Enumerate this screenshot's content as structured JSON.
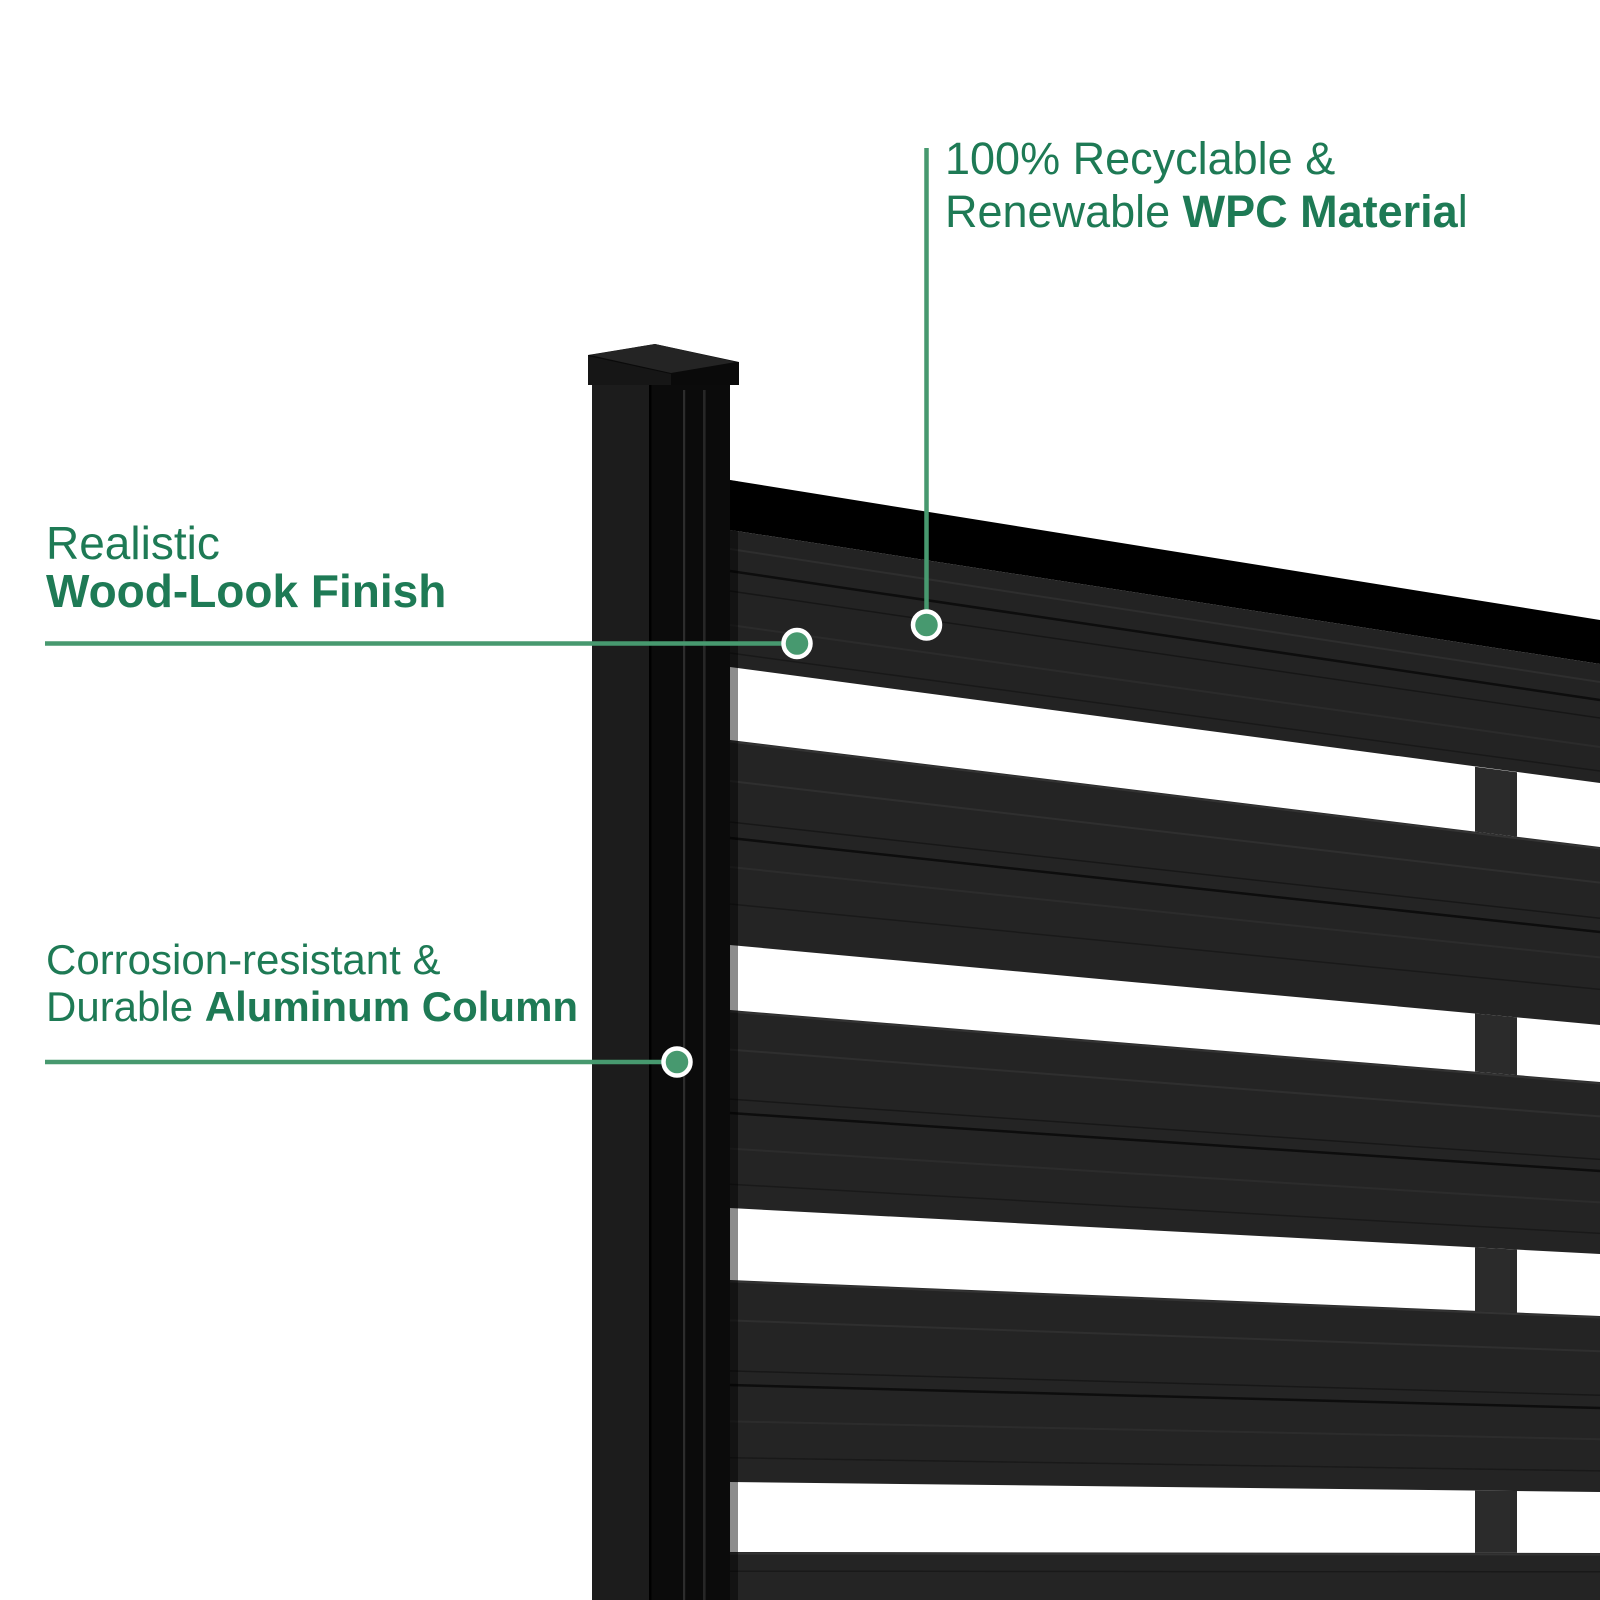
{
  "colors": {
    "background": "#FFFFFF",
    "label_text_green": "#1E7A55",
    "callout_green": "#47996F",
    "dot_ring_white": "#FFFFFF",
    "post_black": "#0B0B0B",
    "post_left_face": "#1C1C1C",
    "panel_rail_black": "#000000",
    "slat_charcoal": "#232323",
    "gap_white": "#FFFFFF"
  },
  "callouts": {
    "wpc_material": {
      "line1": "100% Recyclable &",
      "line2_regular": "Renewable ",
      "line2_bold": "WPC Materia",
      "line2_after_bold": "l"
    },
    "wood_finish": {
      "line1": "Realistic",
      "line2_bold": "Wood-Look Finish"
    },
    "aluminum_column": {
      "line1": "Corrosion-resistant &",
      "line2_regular": "Durable ",
      "line2_bold": "Aluminum Column"
    }
  }
}
